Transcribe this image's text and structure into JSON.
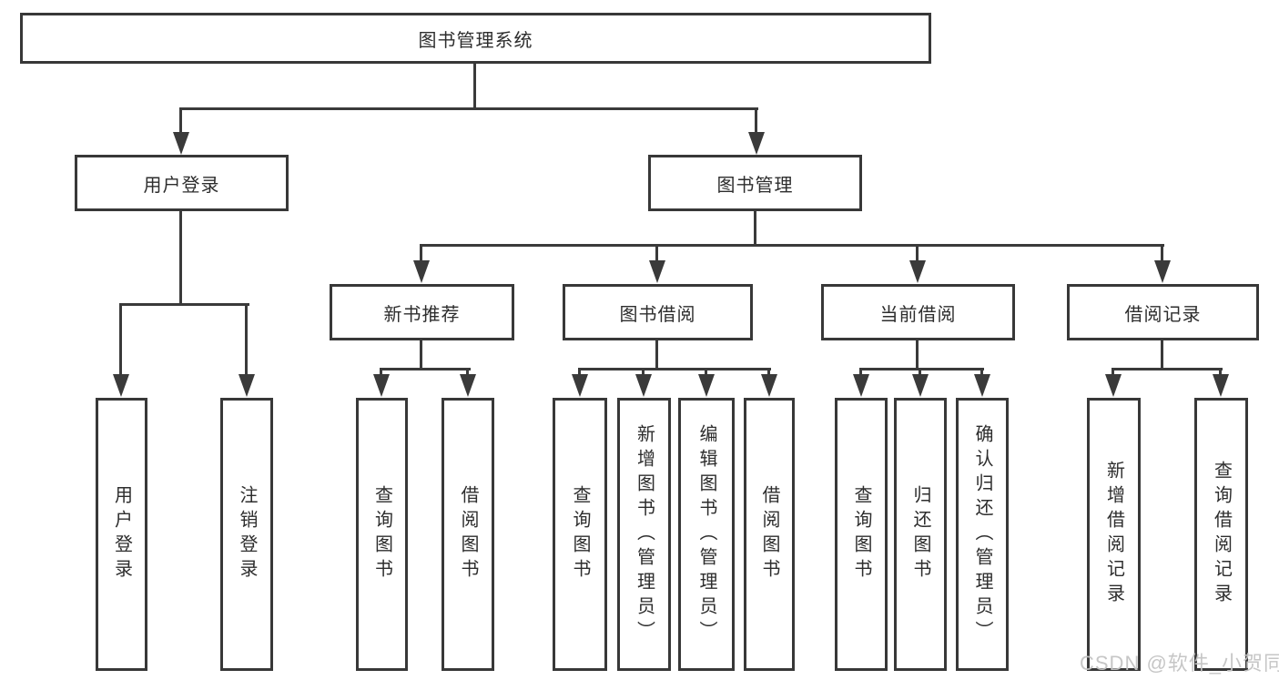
{
  "diagram": {
    "root": {
      "label": "图书管理系统"
    },
    "level2": [
      {
        "label": "用户登录"
      },
      {
        "label": "图书管理"
      }
    ],
    "level3": [
      {
        "label": "新书推荐"
      },
      {
        "label": "图书借阅"
      },
      {
        "label": "当前借阅"
      },
      {
        "label": "借阅记录"
      }
    ],
    "leaves": [
      {
        "label": "用户登录"
      },
      {
        "label": "注销登录"
      },
      {
        "label": "查询图书"
      },
      {
        "label": "借阅图书"
      },
      {
        "label": "查询图书"
      },
      {
        "label": "新增图书（管理员）"
      },
      {
        "label": "编辑图书（管理员）"
      },
      {
        "label": "借阅图书"
      },
      {
        "label": "查询图书"
      },
      {
        "label": "归还图书"
      },
      {
        "label": "确认归还（管理员）"
      },
      {
        "label": "新增借阅记录"
      },
      {
        "label": "查询借阅记录"
      }
    ],
    "watermark": {
      "label": "CSDN @软件_小贺同学"
    },
    "colors": {
      "line": "#3a3a3a",
      "box_border": "#383838",
      "text": "#2d2d2d",
      "background": "#ffffff",
      "watermark": "#c4c4c4"
    }
  }
}
